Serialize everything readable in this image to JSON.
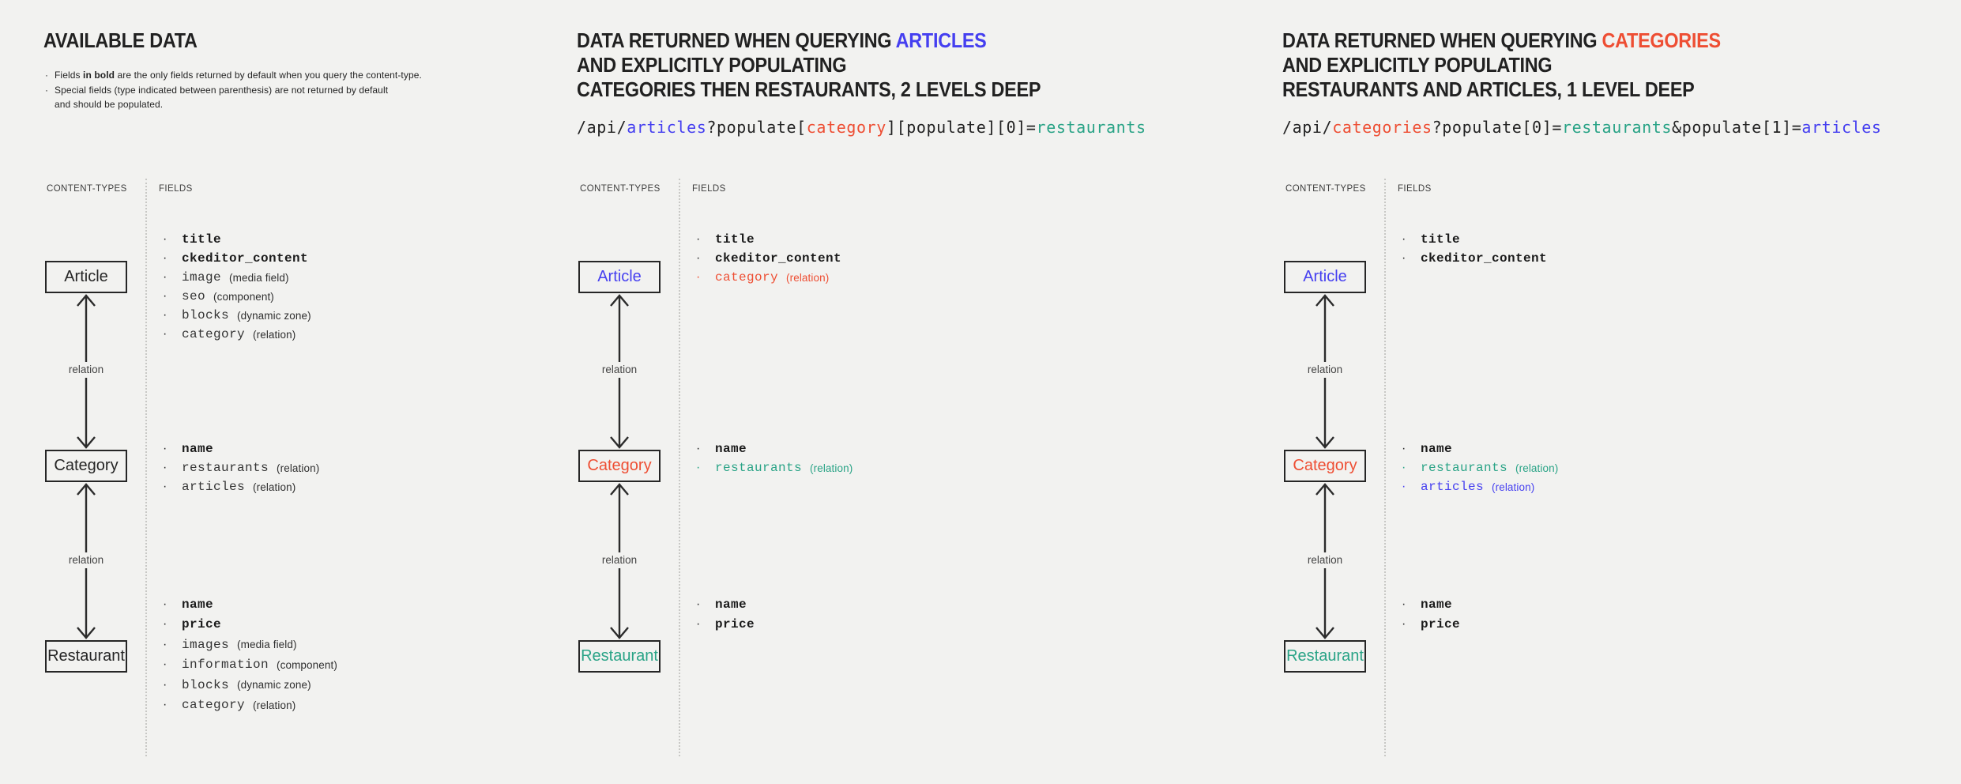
{
  "colors": {
    "background": "#f2f2f0",
    "ink": "#212121",
    "blue": "#453ff0",
    "red": "#ee4e33",
    "teal": "#29a386"
  },
  "shared": {
    "columns": {
      "left": "CONTENT-TYPES",
      "right": "FIELDS"
    },
    "relation_label": "relation",
    "bullet_glyph": "·"
  },
  "panels": [
    {
      "title_lines": [
        [
          {
            "text": "AVAILABLE DATA"
          }
        ]
      ],
      "notes": [
        [
          {
            "text": "Fields "
          },
          {
            "text": "in bold",
            "bold": true
          },
          {
            "text": " are the only fields returned by default when you query the content-type."
          }
        ],
        [
          {
            "text": "Special fields (type indicated between parenthesis) are not returned by default\nand should be populated."
          }
        ]
      ],
      "nodes": [
        {
          "label": "Article",
          "fields": [
            {
              "name": "title",
              "bold": true
            },
            {
              "name": "ckeditor_content",
              "bold": true
            },
            {
              "name": "image",
              "type": "(media field)"
            },
            {
              "name": "seo",
              "type": "(component)"
            },
            {
              "name": "blocks",
              "type": "(dynamic zone)"
            },
            {
              "name": "category",
              "type": "(relation)"
            }
          ]
        },
        {
          "label": "Category",
          "fields": [
            {
              "name": "name",
              "bold": true
            },
            {
              "name": "restaurants",
              "type": "(relation)"
            },
            {
              "name": "articles",
              "type": "(relation)"
            }
          ]
        },
        {
          "label": "Restaurant",
          "fields": [
            {
              "name": "name",
              "bold": true
            },
            {
              "name": "price",
              "bold": true
            },
            {
              "name": "images",
              "type": "(media field)"
            },
            {
              "name": "information",
              "type": "(component)"
            },
            {
              "name": "blocks",
              "type": "(dynamic zone)"
            },
            {
              "name": "category",
              "type": "(relation)"
            }
          ]
        }
      ]
    },
    {
      "title_lines": [
        [
          {
            "text": "DATA RETURNED WHEN QUERYING "
          },
          {
            "text": "ARTICLES",
            "color": "blue"
          }
        ],
        [
          {
            "text": "AND EXPLICITLY POPULATING"
          }
        ],
        [
          {
            "text": "CATEGORIES THEN RESTAURANTS, 2 LEVELS DEEP"
          }
        ]
      ],
      "url": [
        {
          "text": "/api/"
        },
        {
          "text": "articles",
          "color": "blue"
        },
        {
          "text": "?populate["
        },
        {
          "text": "category",
          "color": "red"
        },
        {
          "text": "][populate][0]="
        },
        {
          "text": "restaurants",
          "color": "teal"
        }
      ],
      "nodes": [
        {
          "label": "Article",
          "color": "blue",
          "fields": [
            {
              "name": "title",
              "bold": true
            },
            {
              "name": "ckeditor_content",
              "bold": true
            },
            {
              "name": "category",
              "type": "(relation)",
              "color": "red"
            }
          ]
        },
        {
          "label": "Category",
          "color": "red",
          "fields": [
            {
              "name": "name",
              "bold": true
            },
            {
              "name": "restaurants",
              "type": "(relation)",
              "color": "teal"
            }
          ]
        },
        {
          "label": "Restaurant",
          "color": "teal",
          "fields": [
            {
              "name": "name",
              "bold": true
            },
            {
              "name": "price",
              "bold": true
            }
          ]
        }
      ]
    },
    {
      "title_lines": [
        [
          {
            "text": "DATA RETURNED WHEN QUERYING "
          },
          {
            "text": "CATEGORIES",
            "color": "red"
          }
        ],
        [
          {
            "text": "AND EXPLICITLY POPULATING"
          }
        ],
        [
          {
            "text": "RESTAURANTS AND ARTICLES, 1 LEVEL DEEP"
          }
        ]
      ],
      "url": [
        {
          "text": "/api/"
        },
        {
          "text": "categories",
          "color": "red"
        },
        {
          "text": "?populate[0]="
        },
        {
          "text": "restaurants",
          "color": "teal"
        },
        {
          "text": "&populate[1]="
        },
        {
          "text": "articles",
          "color": "blue"
        }
      ],
      "nodes": [
        {
          "label": "Article",
          "color": "blue",
          "fields": [
            {
              "name": "title",
              "bold": true
            },
            {
              "name": "ckeditor_content",
              "bold": true
            }
          ]
        },
        {
          "label": "Category",
          "color": "red",
          "fields": [
            {
              "name": "name",
              "bold": true
            },
            {
              "name": "restaurants",
              "type": "(relation)",
              "color": "teal"
            },
            {
              "name": "articles",
              "type": "(relation)",
              "color": "blue"
            }
          ]
        },
        {
          "label": "Restaurant",
          "color": "teal",
          "fields": [
            {
              "name": "name",
              "bold": true
            },
            {
              "name": "price",
              "bold": true
            }
          ]
        }
      ]
    }
  ]
}
